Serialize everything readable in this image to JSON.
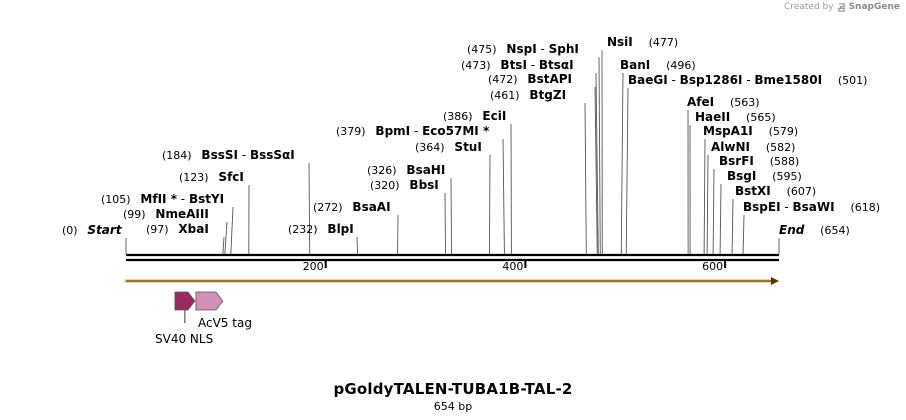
{
  "watermark": {
    "prefix": "Created by",
    "brand": "SnapGene"
  },
  "sequence": {
    "name": "pGoldyTALEN-TUBA1B-TAL-2",
    "length_label": "654 bp",
    "length_bp": 654
  },
  "colors": {
    "backbone": "#000000",
    "orf_arrow": "#f0a030",
    "sv40_nls": "#9a2a60",
    "acv5_tag": "#d090b8"
  },
  "sites": [
    {
      "name": "Start",
      "pos": 0,
      "italic": true
    },
    {
      "name": "XbaI",
      "pos": 97
    },
    {
      "name": "NmeAIII",
      "pos": 99
    },
    {
      "name": "MfII *",
      "pos": 105,
      "partner": "BstYI"
    },
    {
      "name": "SfcI",
      "pos": 123
    },
    {
      "name": "BssSI",
      "pos": 184,
      "partner": "BssSαI"
    },
    {
      "name": "BlpI",
      "pos": 232
    },
    {
      "name": "BsaAI",
      "pos": 272
    },
    {
      "name": "BbsI",
      "pos": 320
    },
    {
      "name": "BsaHI",
      "pos": 326
    },
    {
      "name": "StuI",
      "pos": 364
    },
    {
      "name": "BpmI",
      "pos": 379,
      "partner": "Eco57MI *"
    },
    {
      "name": "EciI",
      "pos": 386
    },
    {
      "name": "BtgZI",
      "pos": 461
    },
    {
      "name": "BstAPI",
      "pos": 472
    },
    {
      "name": "BtsI",
      "pos": 473,
      "partner": "BtsαI"
    },
    {
      "name": "NspI",
      "pos": 475,
      "partner": "SphI"
    },
    {
      "name": "NsiI",
      "pos": 477
    },
    {
      "name": "BanI",
      "pos": 496
    },
    {
      "name": "BaeGI",
      "pos": 501,
      "partner": "Bsp1286I",
      "partner2": "Bme1580I"
    },
    {
      "name": "AfeI",
      "pos": 563
    },
    {
      "name": "HaeII",
      "pos": 565
    },
    {
      "name": "MspA1I",
      "pos": 579
    },
    {
      "name": "AlwNI",
      "pos": 582
    },
    {
      "name": "BsrFI",
      "pos": 588
    },
    {
      "name": "BsgI",
      "pos": 595
    },
    {
      "name": "BstXI",
      "pos": 607
    },
    {
      "name": "BspEI",
      "pos": 618,
      "partner": "BsaWI"
    },
    {
      "name": "End",
      "pos": 654,
      "italic": true
    }
  ],
  "ruler": {
    "ticks": [
      200,
      400,
      600
    ]
  },
  "features": [
    {
      "name": "SV40 NLS",
      "start": 49,
      "end": 69
    },
    {
      "name": "AcV5 tag",
      "start": 70,
      "end": 97
    }
  ]
}
